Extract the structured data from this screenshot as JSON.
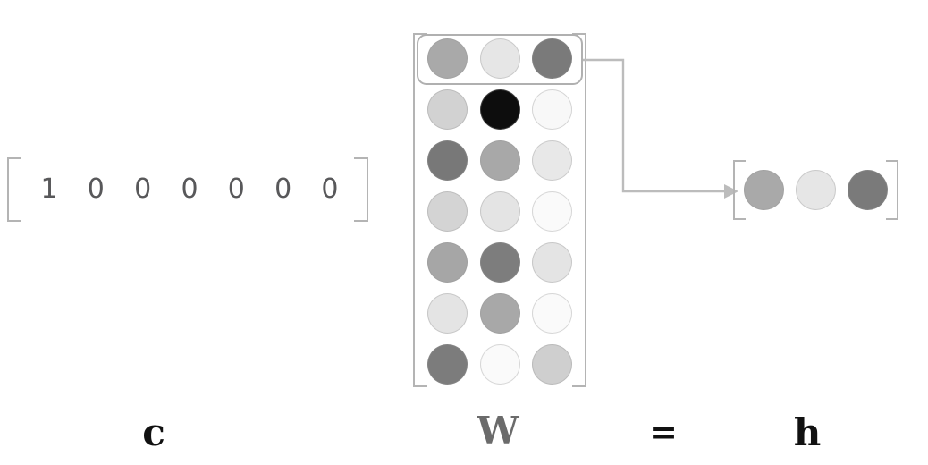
{
  "diagram": {
    "title": "one-hot vector times embedding matrix yields row lookup",
    "equation_labels": {
      "input": "c",
      "matrix": "W",
      "operator": "=",
      "output": "h"
    },
    "colors": {
      "bracket": "#b4b4b4",
      "highlight_border": "#b0b0b0",
      "connector": "#b8b8b8",
      "digit_text": "#58585a",
      "label_dark": "#111111",
      "label_gray": "#6b6b6b",
      "background": "#ffffff"
    }
  },
  "input_vector": {
    "name": "c",
    "orientation": "row",
    "length": 7,
    "values": [
      "1",
      "0",
      "0",
      "0",
      "0",
      "0",
      "0"
    ],
    "hot_index": 0
  },
  "matrix": {
    "name": "W",
    "rows": 7,
    "cols": 3,
    "highlighted_row_index": 0,
    "cells": [
      [
        "#a9a9a9",
        "#e6e6e6",
        "#7a7a7a"
      ],
      [
        "#d2d2d2",
        "#0d0d0d",
        "#f8f8f8"
      ],
      [
        "#787878",
        "#a8a8a8",
        "#e8e8e8"
      ],
      [
        "#d4d4d4",
        "#e4e4e4",
        "#fafafa"
      ],
      [
        "#a6a6a6",
        "#7d7d7d",
        "#e4e4e4"
      ],
      [
        "#e4e4e4",
        "#a8a8a8",
        "#fafafa"
      ],
      [
        "#7c7c7c",
        "#fafafa",
        "#cfcfcf"
      ]
    ]
  },
  "output_vector": {
    "name": "h",
    "orientation": "row",
    "length": 3,
    "cells": [
      "#a9a9a9",
      "#e6e6e6",
      "#7a7a7a"
    ]
  },
  "connector": {
    "name": "row-selection-arrow",
    "from": "matrix highlighted row 0",
    "to": "output vector h",
    "style": "elbow with arrowhead"
  }
}
